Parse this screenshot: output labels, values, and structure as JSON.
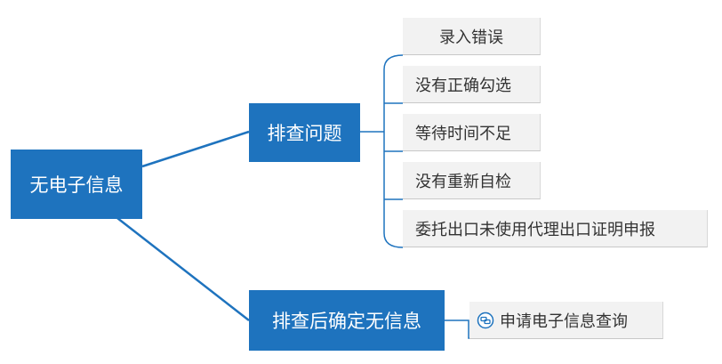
{
  "diagram": {
    "root": {
      "label": "无电子信息"
    },
    "branch_check": {
      "label": "排查问题"
    },
    "branch_confirm": {
      "label": "排查后确定无信息"
    },
    "check_children": [
      "录入错误",
      "没有正确勾选",
      "等待时间不足",
      "没有重新自检",
      "委托出口未使用代理出口证明申报"
    ],
    "confirm_child": {
      "label": "申请电子信息查询",
      "icon": "link-icon"
    },
    "colors": {
      "node_blue": "#1e73be",
      "connector": "#1e73be",
      "leaf_bg": "#f2f2f2",
      "leaf_text": "#333333"
    }
  }
}
